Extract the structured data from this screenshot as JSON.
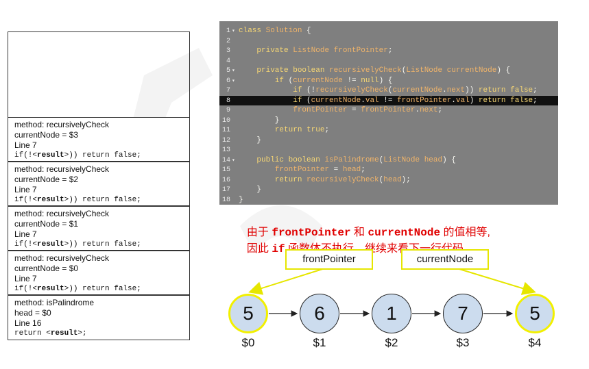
{
  "stack": {
    "frames": [
      {
        "method": "method: recursivelyCheck",
        "var": "currentNode  = $3",
        "line": "Line 7",
        "code_pre": "if(!<",
        "code_bold": "result",
        "code_post": ">)) return false;"
      },
      {
        "method": "method: recursivelyCheck",
        "var": "currentNode  = $2",
        "line": "Line 7",
        "code_pre": "if(!<",
        "code_bold": "result",
        "code_post": ">)) return false;"
      },
      {
        "method": "method: recursivelyCheck",
        "var": "currentNode  = $1",
        "line": "Line 7",
        "code_pre": "if(!<",
        "code_bold": "result",
        "code_post": ">)) return false;"
      },
      {
        "method": "method: recursivelyCheck",
        "var": "currentNode  = $0",
        "line": "Line 7",
        "code_pre": "if(!<",
        "code_bold": "result",
        "code_post": ">)) return false;"
      },
      {
        "method": "method: isPalindrome",
        "var": "head = $0",
        "line": "Line 16",
        "code_pre": "return <",
        "code_bold": "result",
        "code_post": ">;"
      }
    ]
  },
  "code": {
    "highlight_line": 8,
    "lines": [
      {
        "n": "1",
        "fold": "▾",
        "text": "class Solution {"
      },
      {
        "n": "2",
        "fold": "",
        "text": ""
      },
      {
        "n": "3",
        "fold": "",
        "text": "    private ListNode frontPointer;"
      },
      {
        "n": "4",
        "fold": "",
        "text": ""
      },
      {
        "n": "5",
        "fold": "▾",
        "text": "    private boolean recursivelyCheck(ListNode currentNode) {"
      },
      {
        "n": "6",
        "fold": "▾",
        "text": "        if (currentNode != null) {"
      },
      {
        "n": "7",
        "fold": "",
        "text": "            if (!recursivelyCheck(currentNode.next)) return false;"
      },
      {
        "n": "8",
        "fold": "",
        "text": "            if (currentNode.val != frontPointer.val) return false;"
      },
      {
        "n": "9",
        "fold": "",
        "text": "            frontPointer = frontPointer.next;"
      },
      {
        "n": "10",
        "fold": "",
        "text": "        }"
      },
      {
        "n": "11",
        "fold": "",
        "text": "        return true;"
      },
      {
        "n": "12",
        "fold": "",
        "text": "    }"
      },
      {
        "n": "13",
        "fold": "",
        "text": ""
      },
      {
        "n": "14",
        "fold": "▾",
        "text": "    public boolean isPalindrome(ListNode head) {"
      },
      {
        "n": "15",
        "fold": "",
        "text": "        frontPointer = head;"
      },
      {
        "n": "16",
        "fold": "",
        "text": "        return recursivelyCheck(head);"
      },
      {
        "n": "17",
        "fold": "",
        "text": "    }"
      },
      {
        "n": "18",
        "fold": "",
        "text": "}"
      }
    ]
  },
  "note": {
    "l1_a": "由于 ",
    "l1_b": "frontPointer",
    "l1_c": " 和 ",
    "l1_d": "currentNode",
    "l1_e": " 的值相等,",
    "l2_a": "因此 ",
    "l2_b": "if",
    "l2_c": " 函数体不执行，继续来看下一行代码。"
  },
  "diagram": {
    "label_front": "frontPointer",
    "label_current": "currentNode",
    "nodes": [
      {
        "value": "5",
        "addr": "$0",
        "highlight": true
      },
      {
        "value": "6",
        "addr": "$1",
        "highlight": false
      },
      {
        "value": "1",
        "addr": "$2",
        "highlight": false
      },
      {
        "value": "7",
        "addr": "$3",
        "highlight": false
      },
      {
        "value": "5",
        "addr": "$4",
        "highlight": true
      }
    ],
    "colors": {
      "node_fill": "#ccdcee",
      "highlight": "#f2f000",
      "label_border": "#e6e600"
    }
  }
}
